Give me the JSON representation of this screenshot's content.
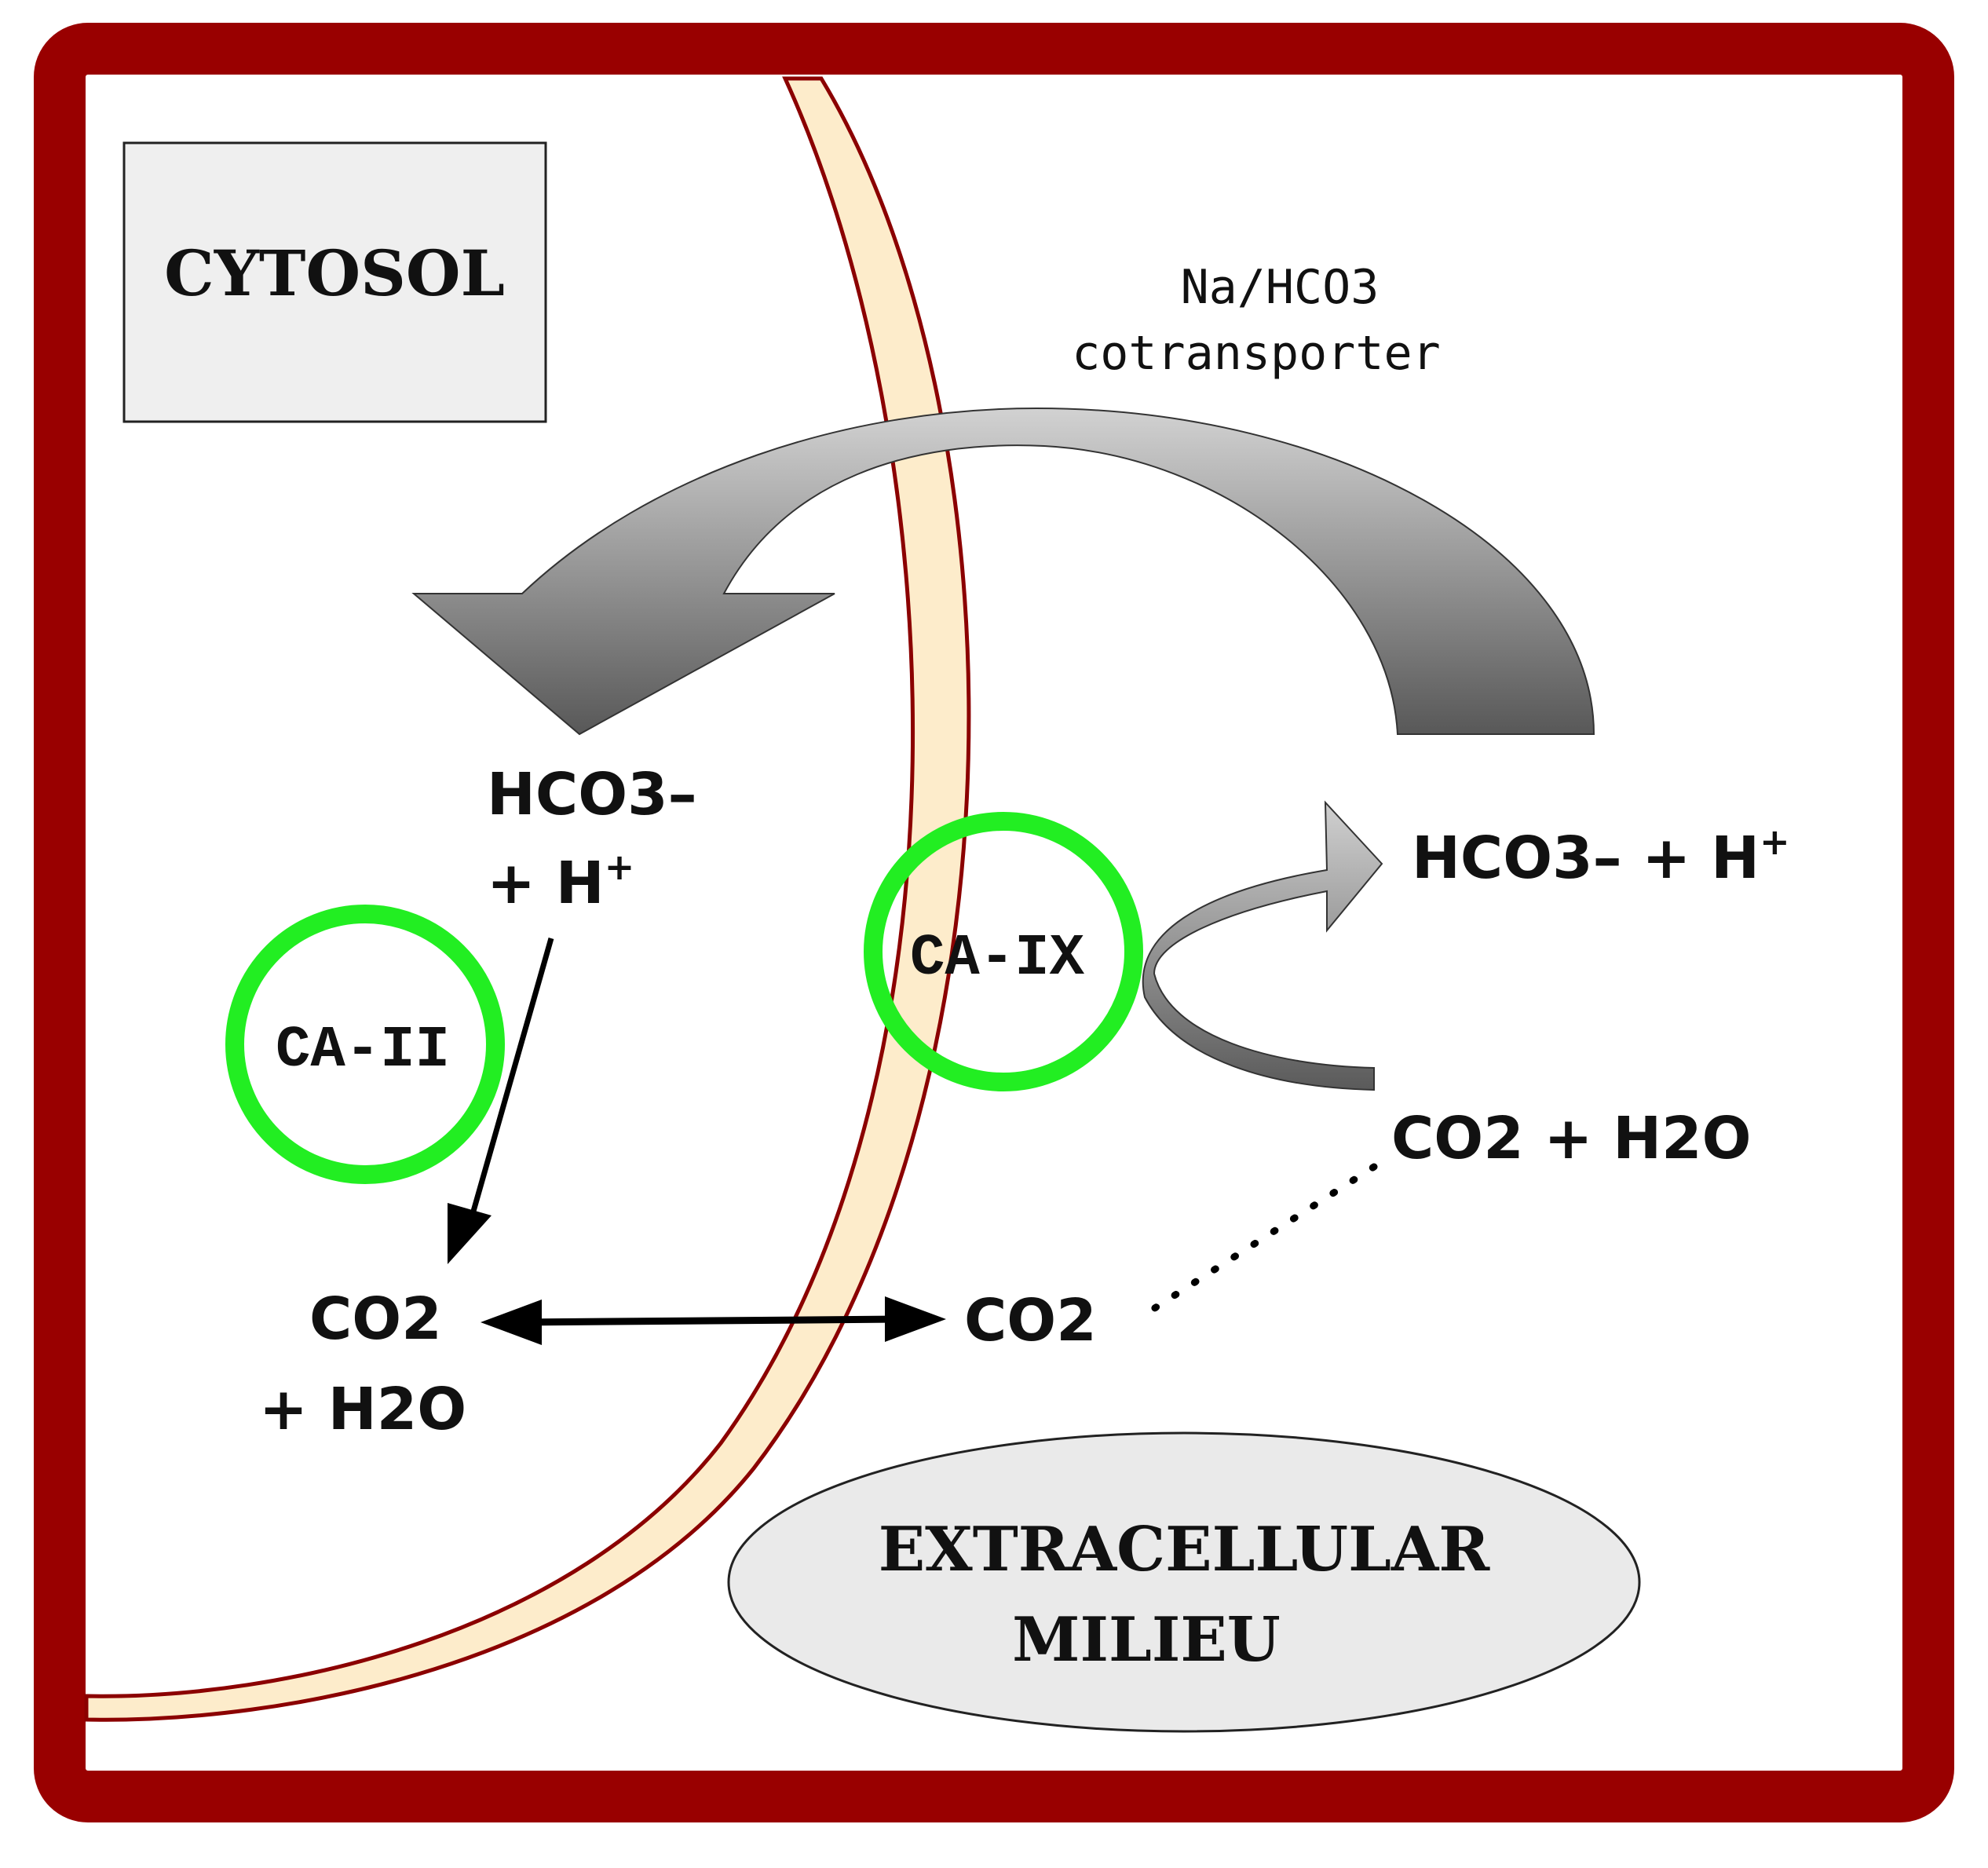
{
  "regions": {
    "cytosol": "CYTOSOL",
    "extracellular_line1": "EXTRACELLULAR",
    "extracellular_line2": "MILIEU"
  },
  "transporter": {
    "line1": "Na/HCO3",
    "line2": "cotransporter"
  },
  "enzymes": {
    "ca_ii": "CA-II",
    "ca_ix": "CA-IX"
  },
  "cytosol_species": {
    "hco3": "HCO3–",
    "plus_h": "+ H",
    "h_sup": "+",
    "co2": "CO2",
    "plus_h2o": "+ H2O"
  },
  "extracellular_species": {
    "co2": "CO2",
    "co2_h2o": "CO2 + H2O",
    "hco3_h": "HCO3– + H",
    "h_sup": "+"
  },
  "colors": {
    "frame": "#990000",
    "membrane_fill": "#fdeccb",
    "membrane_stroke": "#8b0000",
    "enzyme_ring": "#22ee22",
    "arrow_gray_dark": "#555555",
    "arrow_gray_light": "#c8c8c8",
    "cytosol_box": "#efefef",
    "extracellular_ellipse": "#eaeaea"
  }
}
